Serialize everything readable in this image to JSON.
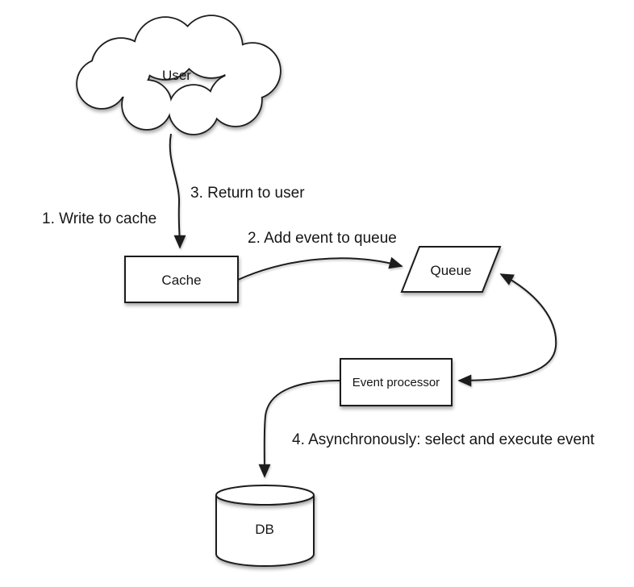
{
  "diagram": {
    "type": "flow-diagram",
    "nodes": {
      "user": {
        "label": "User",
        "shape": "cloud"
      },
      "cache": {
        "label": "Cache",
        "shape": "rectangle"
      },
      "queue": {
        "label": "Queue",
        "shape": "parallelogram"
      },
      "event_processor": {
        "label": "Event processor",
        "shape": "rectangle"
      },
      "db": {
        "label": "DB",
        "shape": "cylinder"
      }
    },
    "edges": [
      {
        "id": "write-to-cache",
        "from": "user",
        "to": "cache",
        "label": "1. Write to cache",
        "bidirectional": false
      },
      {
        "id": "add-event-to-queue",
        "from": "cache",
        "to": "queue",
        "label": "2. Add event to queue",
        "bidirectional": false
      },
      {
        "id": "return-to-user",
        "from": "cache",
        "to": "user",
        "label": "3. Return to user",
        "bidirectional": false
      },
      {
        "id": "queue-event-processor",
        "from": "queue",
        "to": "event_processor",
        "label": "",
        "bidirectional": true
      },
      {
        "id": "execute-to-db",
        "from": "event_processor",
        "to": "db",
        "label": "4. Asynchronously: select and execute event",
        "bidirectional": false
      }
    ],
    "colors": {
      "stroke": "#1c1c1c",
      "fill": "#ffffff",
      "text": "#161616",
      "background": "#ffffff"
    }
  }
}
